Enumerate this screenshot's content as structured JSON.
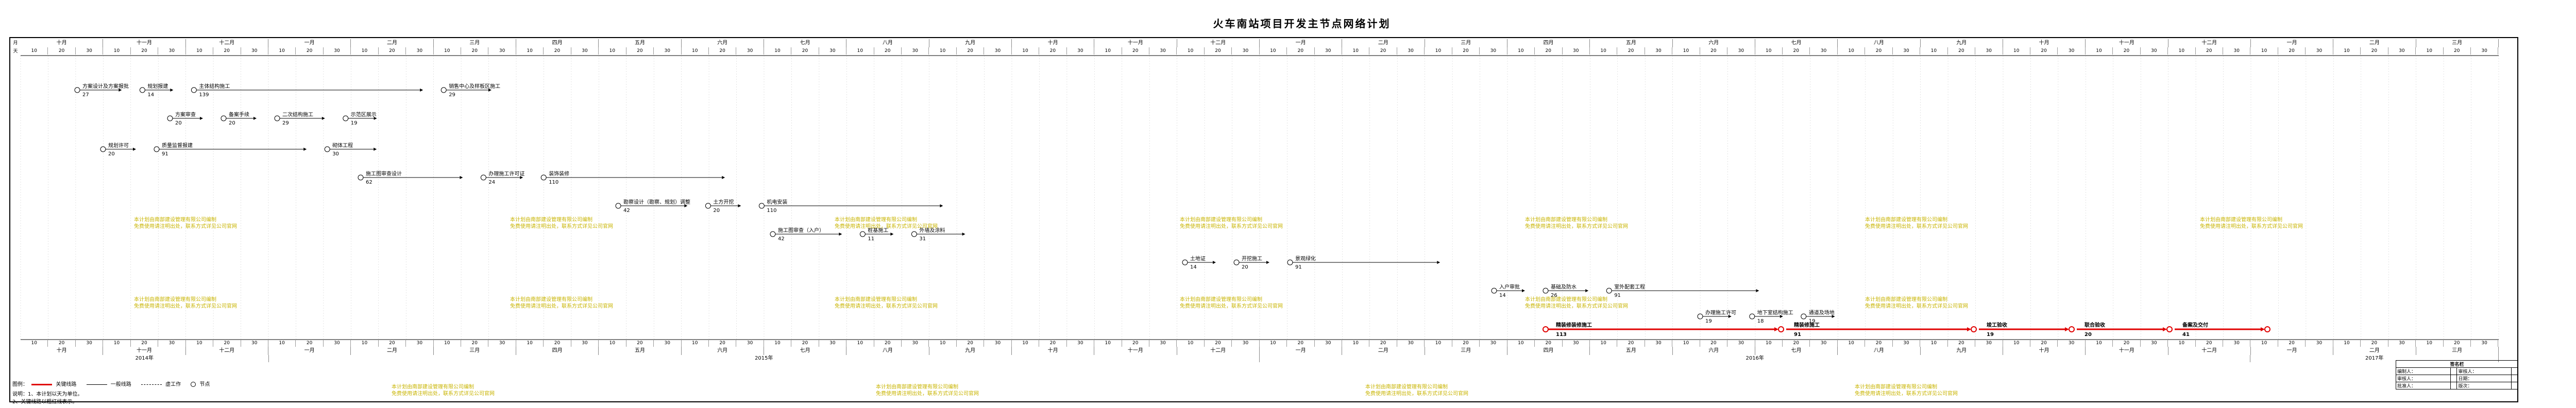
{
  "title": "火车南站项目开发主节点网络计划",
  "header": {
    "month_row_label": "月",
    "day_row_label": "天",
    "months": [
      "十月",
      "十一月",
      "十二月",
      "一月",
      "二月",
      "三月",
      "四月",
      "五月",
      "六月",
      "七月",
      "八月",
      "九月",
      "十月",
      "十一月",
      "十二月",
      "一月",
      "二月",
      "三月",
      "四月",
      "五月",
      "六月",
      "七月",
      "八月",
      "九月",
      "十月",
      "十一月",
      "十二月",
      "一月",
      "二月",
      "三月"
    ],
    "day_ticks": [
      "10",
      "20",
      "30"
    ],
    "years": [
      {
        "label": "2014年",
        "span": 3
      },
      {
        "label": "2015年",
        "span": 12
      },
      {
        "label": "2016年",
        "span": 12
      },
      {
        "label": "2017年",
        "span": 3
      }
    ]
  },
  "tasks": [
    {
      "label": "方案设计及方案报批",
      "dur": "27"
    },
    {
      "label": "方案审查",
      "dur": "20"
    },
    {
      "label": "规划许可",
      "dur": "20"
    },
    {
      "label": "施工图审查设计",
      "dur": "62"
    },
    {
      "label": "勘察设计（勘察、规划）调整",
      "dur": "42"
    },
    {
      "label": "施工图审查（入户）",
      "dur": "42"
    },
    {
      "label": "土地证",
      "dur": "14"
    },
    {
      "label": "入户审批",
      "dur": "14"
    },
    {
      "label": "办理施工许可",
      "dur": "19"
    },
    {
      "label": "规划报建",
      "dur": "14"
    },
    {
      "label": "备案手续",
      "dur": "20"
    },
    {
      "label": "质量监督报建",
      "dur": "91"
    },
    {
      "label": "办理施工许可证",
      "dur": "24"
    },
    {
      "label": "土方开挖",
      "dur": "20"
    },
    {
      "label": "桩基施工",
      "dur": "11"
    },
    {
      "label": "开挖施工",
      "dur": "20"
    },
    {
      "label": "基础及防水",
      "dur": "26"
    },
    {
      "label": "地下室结构施工",
      "dur": "18"
    },
    {
      "label": "主体结构施工",
      "dur": "139"
    },
    {
      "label": "二次结构施工",
      "dur": "29"
    },
    {
      "label": "砌体工程",
      "dur": "30"
    },
    {
      "label": "装饰装修",
      "dur": "110"
    },
    {
      "label": "机电安装",
      "dur": "110"
    },
    {
      "label": "外墙及涂料",
      "dur": "31"
    },
    {
      "label": "景观绿化",
      "dur": "91"
    },
    {
      "label": "室外配套工程",
      "dur": "91"
    },
    {
      "label": "通道及场地",
      "dur": "19"
    },
    {
      "label": "销售中心及样板区施工",
      "dur": "29"
    },
    {
      "label": "示范区展示",
      "dur": "19"
    }
  ],
  "critical_path": [
    {
      "label": "精装修装修施工",
      "dur": "113"
    },
    {
      "label": "精装修施工",
      "dur": "91"
    },
    {
      "label": "竣工验收",
      "dur": "19"
    },
    {
      "label": "联合验收",
      "dur": "20"
    },
    {
      "label": "备案及交付",
      "dur": "41"
    }
  ],
  "watermark": [
    "本计划由南部建设管理有限公司编制",
    "免费使用请注明出处，联系方式详见公司官网"
  ],
  "legend": {
    "title": "图例：",
    "critical": "关键线路",
    "normal": "一般线路",
    "dummy": "虚工作",
    "milestone": "节点",
    "notes": [
      "说明：1、本计划以天为单位。",
      "2、关键线路以粗红线表示。"
    ]
  },
  "signature": {
    "title": "签名栏",
    "rows": [
      [
        "编制人：",
        "",
        "审核人：",
        ""
      ],
      [
        "审核人：",
        "",
        "日期：",
        ""
      ],
      [
        "批准人：",
        "",
        "版次：",
        ""
      ]
    ]
  },
  "colors": {
    "critical": "#e00000",
    "watermark": "#c8b400",
    "line": "#000000"
  }
}
